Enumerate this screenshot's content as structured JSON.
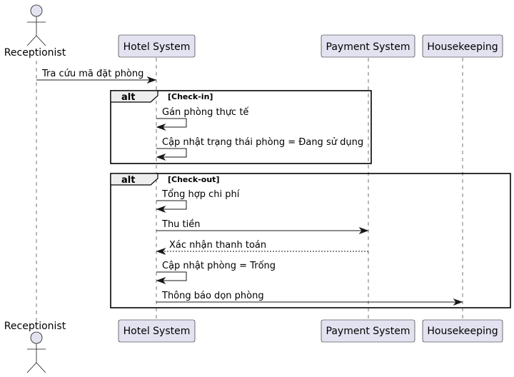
{
  "participants": {
    "receptionist": "Receptionist",
    "hotel_system": "Hotel System",
    "payment_system": "Payment System",
    "housekeeping": "Housekeeping"
  },
  "fragments": [
    {
      "keyword": "alt",
      "condition": "[Check-in]"
    },
    {
      "keyword": "alt",
      "condition": "[Check-out]"
    }
  ],
  "messages": [
    "Tra cứu mã đặt phòng",
    "Gán phòng thực tế",
    "Cập nhật trạng thái phòng = Đang sử dụng",
    "Tổng hợp chi phí",
    "Thu tiền",
    "Xác nhận thanh toán",
    "Cập nhật phòng = Trống",
    "Thông báo dọn phòng"
  ]
}
